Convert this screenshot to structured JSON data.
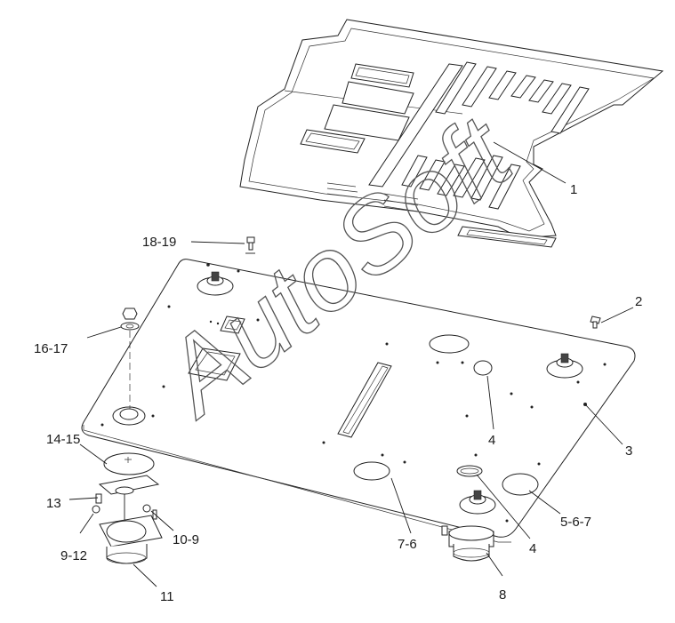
{
  "watermark": "AutoSoft",
  "callouts": {
    "c1": "1",
    "c2": "2",
    "c3": "3",
    "c4a": "4",
    "c4b": "4",
    "c5": "5-6-7",
    "c7": "7-6",
    "c8": "8",
    "c9": "9-12",
    "c10": "10-9",
    "c11": "11",
    "c13": "13",
    "c14": "14-15",
    "c16": "16-17",
    "c18": "18-19"
  }
}
